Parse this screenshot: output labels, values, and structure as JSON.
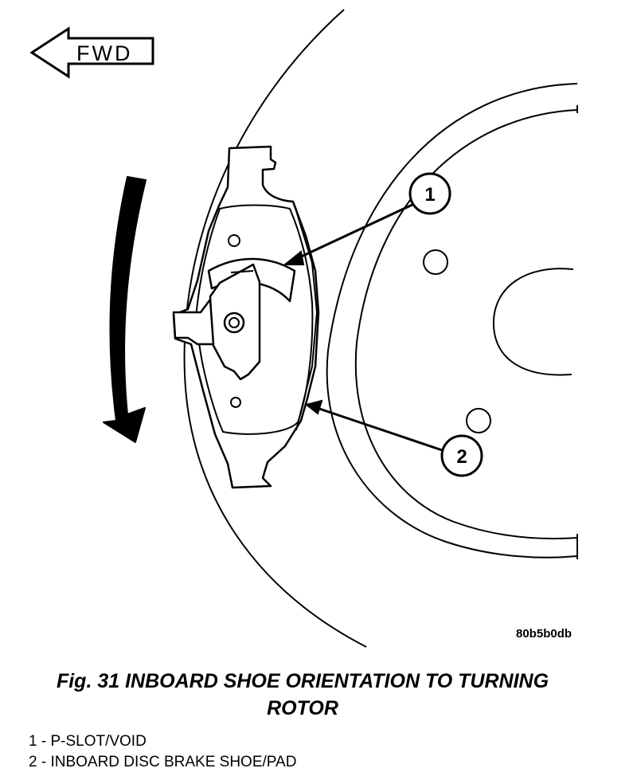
{
  "fwd_label": "FWD",
  "reference_code": "80b5b0db",
  "callouts": [
    {
      "number": "1"
    },
    {
      "number": "2"
    }
  ],
  "caption": {
    "line1": "Fig. 31 INBOARD SHOE ORIENTATION TO TURNING",
    "line2": "ROTOR"
  },
  "legend": [
    {
      "text": "1 - P-SLOT/VOID"
    },
    {
      "text": "2 - INBOARD DISC BRAKE SHOE/PAD"
    }
  ],
  "colors": {
    "ink": "#000000",
    "paper": "#ffffff"
  }
}
